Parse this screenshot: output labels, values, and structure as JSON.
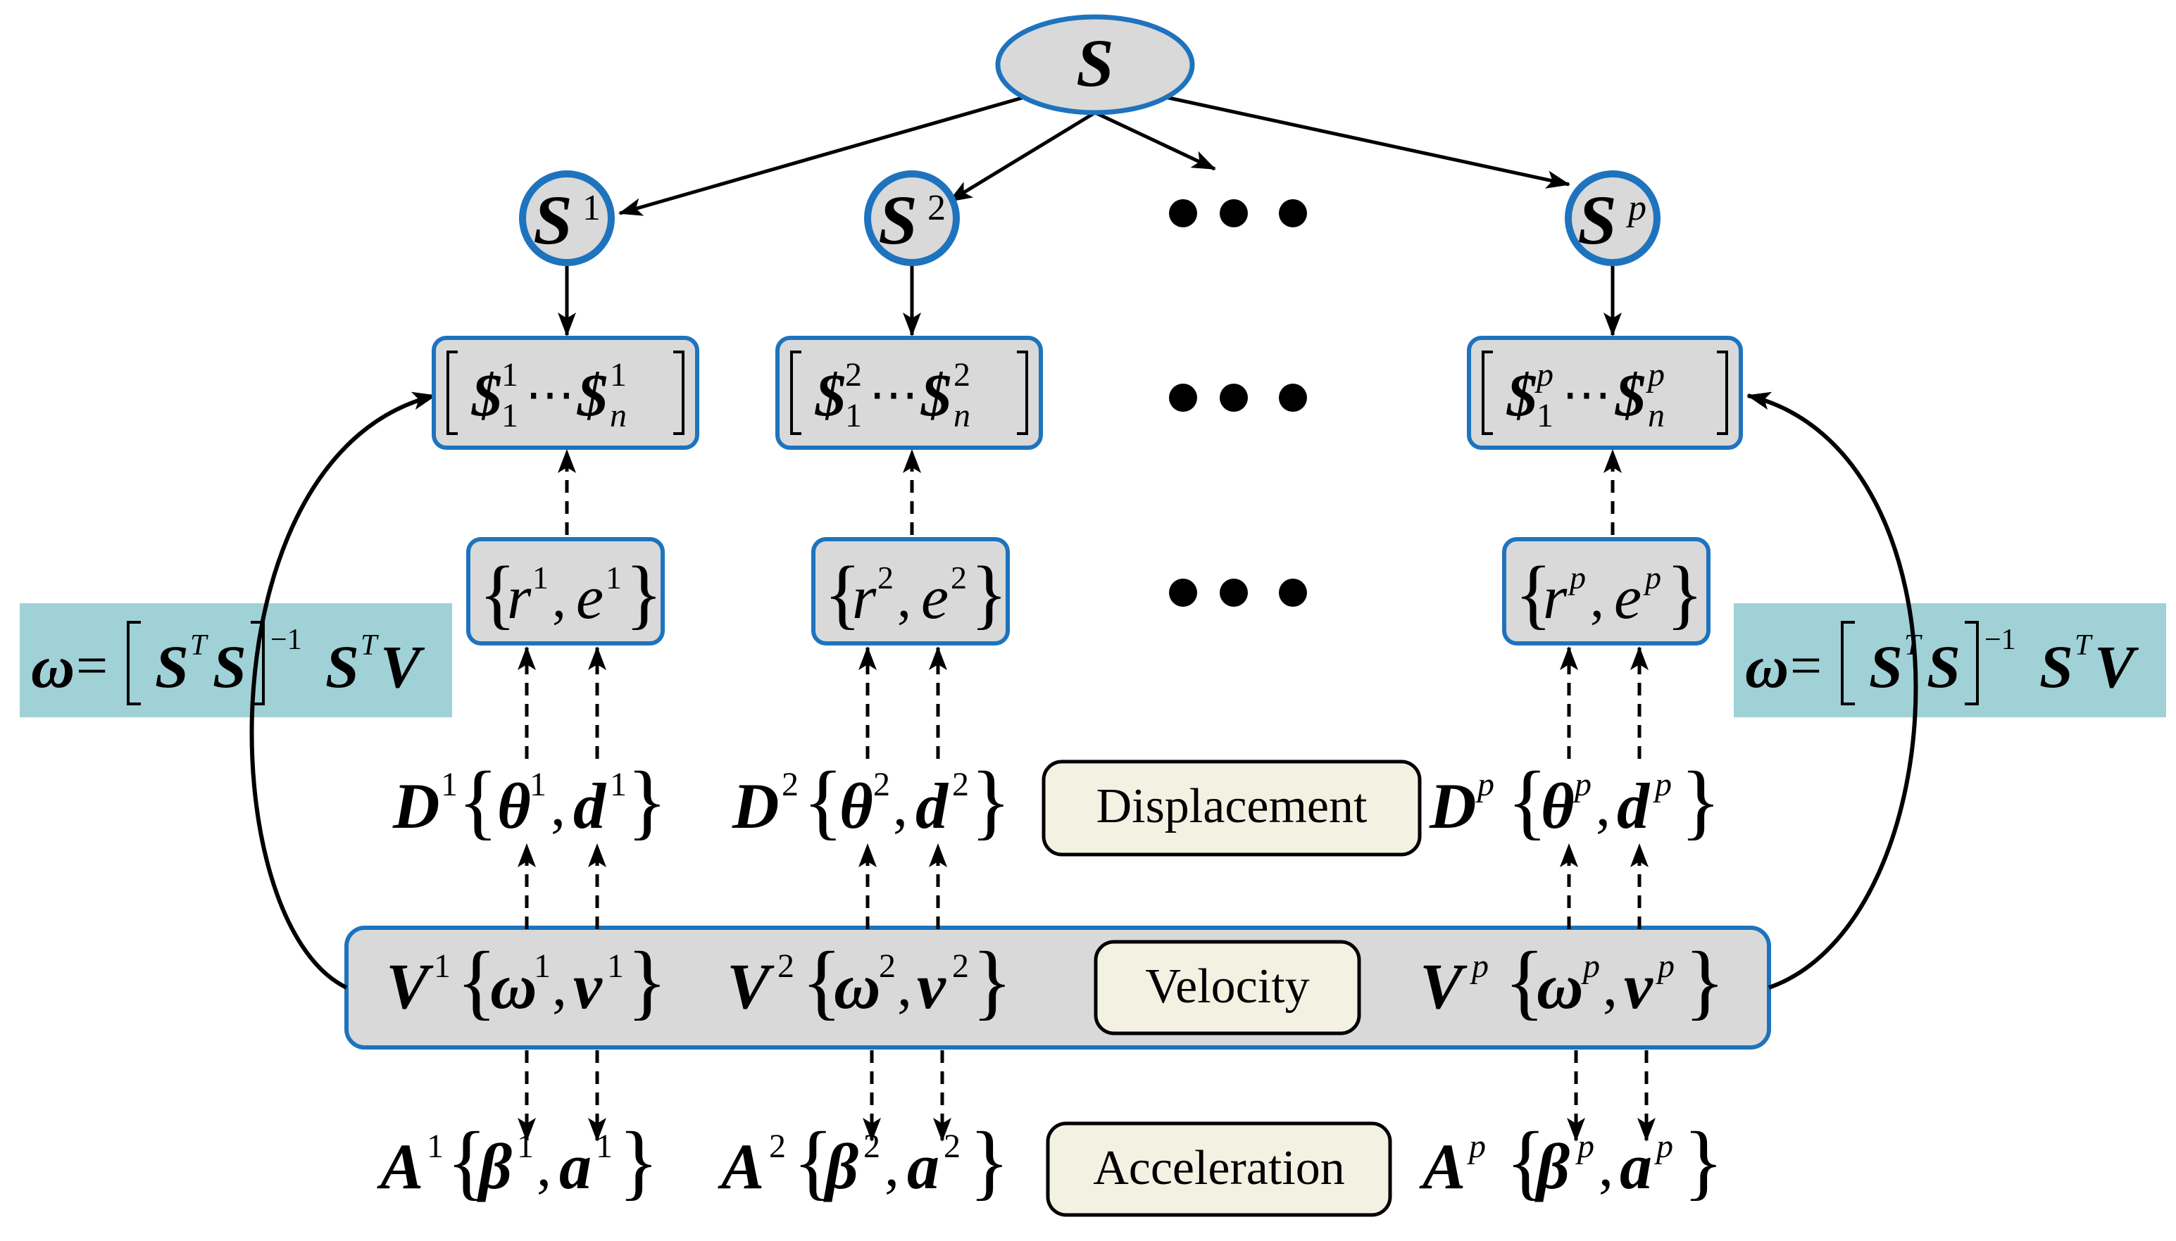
{
  "colors": {
    "node_fill": "#d9d9d9",
    "node_stroke": "#1e73be",
    "formula_bg": "#a0d1d6",
    "label_fill": "#f3f1e2",
    "velocity_band": "#d9d9d9"
  },
  "root": {
    "symbol": "S"
  },
  "chains": [
    {
      "sup": "1",
      "node": {
        "symbol": "S",
        "sup": "1"
      },
      "screw": {
        "symbol": "$",
        "sub1": "1",
        "subn": "n",
        "sup": "1"
      },
      "re": {
        "r": "r",
        "e": "e",
        "sup": "1"
      },
      "displacement": {
        "name": "D",
        "a": "θ",
        "b": "d",
        "sup": "1"
      },
      "velocity": {
        "name": "V",
        "a": "ω",
        "b": "v",
        "sup": "1"
      },
      "acceleration": {
        "name": "A",
        "a": "β",
        "b": "a",
        "sup": "1"
      }
    },
    {
      "sup": "2",
      "node": {
        "symbol": "S",
        "sup": "2"
      },
      "screw": {
        "symbol": "$",
        "sub1": "1",
        "subn": "n",
        "sup": "2"
      },
      "re": {
        "r": "r",
        "e": "e",
        "sup": "2"
      },
      "displacement": {
        "name": "D",
        "a": "θ",
        "b": "d",
        "sup": "2"
      },
      "velocity": {
        "name": "V",
        "a": "ω",
        "b": "v",
        "sup": "2"
      },
      "acceleration": {
        "name": "A",
        "a": "β",
        "b": "a",
        "sup": "2"
      }
    },
    {
      "sup": "p",
      "node": {
        "symbol": "S",
        "sup": "p"
      },
      "screw": {
        "symbol": "$",
        "sub1": "1",
        "subn": "n",
        "sup": "p"
      },
      "re": {
        "r": "r",
        "e": "e",
        "sup": "p"
      },
      "displacement": {
        "name": "D",
        "a": "θ",
        "b": "d",
        "sup": "p"
      },
      "velocity": {
        "name": "V",
        "a": "ω",
        "b": "v",
        "sup": "p"
      },
      "acceleration": {
        "name": "A",
        "a": "β",
        "b": "a",
        "sup": "p"
      }
    }
  ],
  "labels": {
    "displacement": "Displacement",
    "velocity": "Velocity",
    "acceleration": "Acceleration"
  },
  "formula": {
    "lhs": "ω",
    "eq": "=",
    "s": "S",
    "t": "T",
    "inv": "−1",
    "v": "V"
  },
  "ellipsis_icon": "three-dots-ellipsis"
}
